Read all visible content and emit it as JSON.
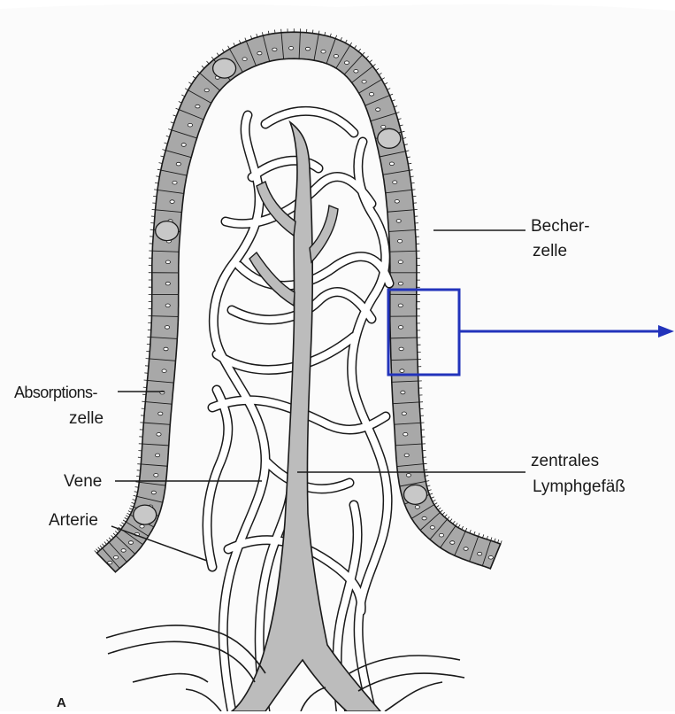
{
  "labels": {
    "becher_line1": "Becher-",
    "becher_line2": "zelle",
    "absorption_line1": "Absorptions-",
    "absorption_line2": "zelle",
    "vene": "Vene",
    "arterie": "Arterie",
    "lymph_line1": "zentrales",
    "lymph_line2": "Lymphgefäß",
    "figure_letter": "A"
  },
  "colors": {
    "epithelium_fill": "#a8a8a8",
    "lymph_fill": "#bcbcbc",
    "vessel_fill": "#ffffff",
    "outline": "#1a1a1a",
    "highlight": "#2233bb"
  }
}
